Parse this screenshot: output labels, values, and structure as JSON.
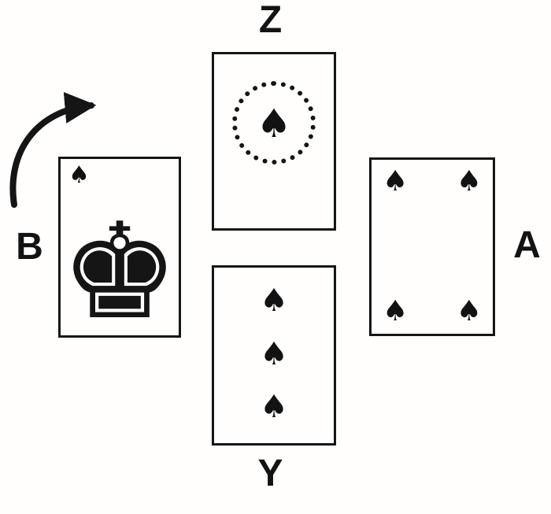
{
  "diagram": {
    "suit_glyph": "♠",
    "king_glyph": "♚",
    "positions": {
      "north": {
        "label": "Z",
        "card": "Ace of Spades"
      },
      "west": {
        "label": "B",
        "card": "King of Spades"
      },
      "east": {
        "label": "A",
        "card": "Four of Spades"
      },
      "south": {
        "label": "Y",
        "card": "Three of Spades"
      }
    },
    "colors": {
      "ink": "#151515",
      "paper": "#fffefc"
    }
  }
}
